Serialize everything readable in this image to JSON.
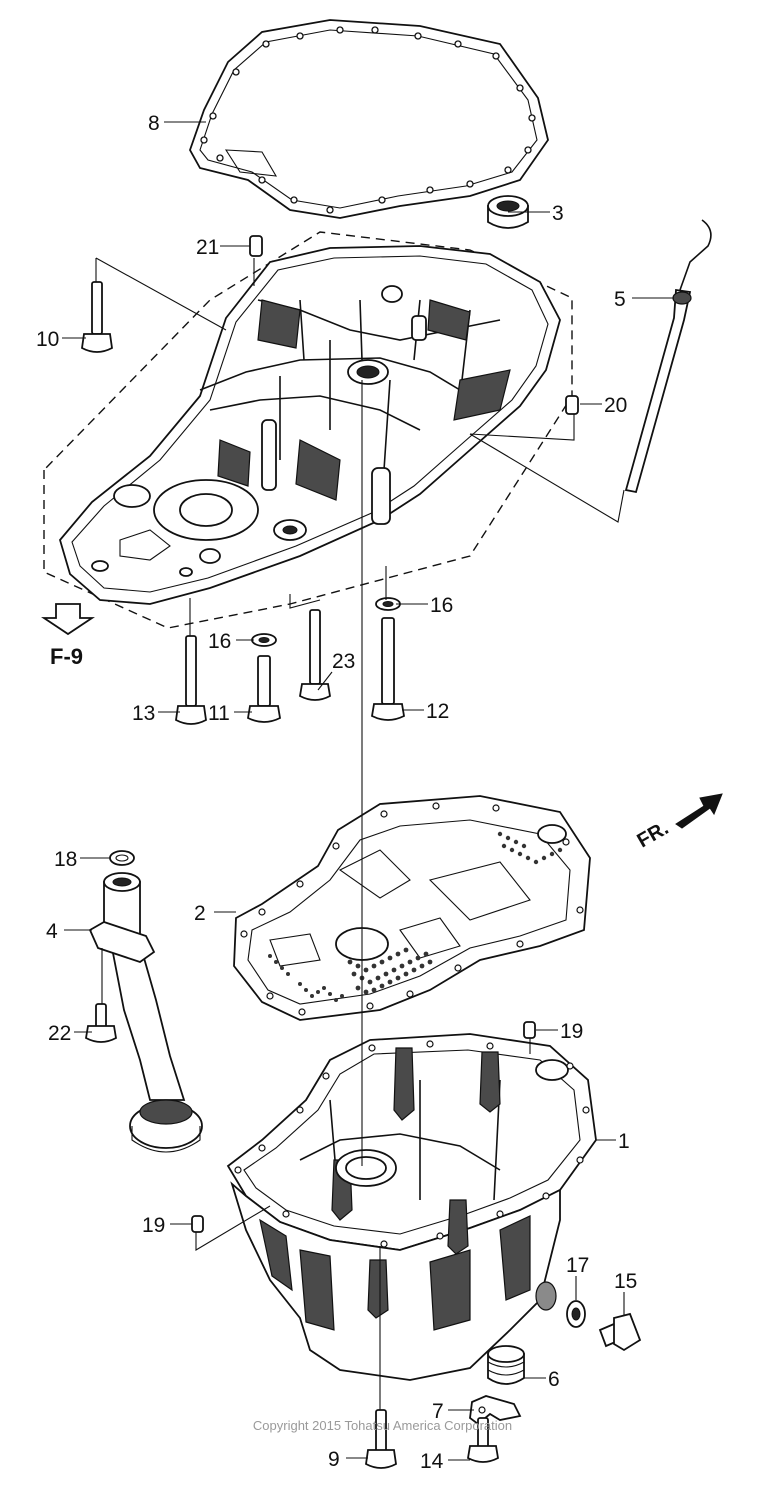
{
  "callouts": {
    "c1": "1",
    "c2": "2",
    "c3": "3",
    "c4": "4",
    "c5": "5",
    "c6": "6",
    "c7": "7",
    "c8": "8",
    "c9": "9",
    "c10": "10",
    "c11": "11",
    "c12": "12",
    "c13": "13",
    "c14": "14",
    "c15": "15",
    "c16a": "16",
    "c16b": "16",
    "c17": "17",
    "c18": "18",
    "c19a": "19",
    "c19b": "19",
    "c20": "20",
    "c21": "21",
    "c22": "22",
    "c23": "23"
  },
  "reference": "F-9",
  "direction": "FR.",
  "copyright": "Copyright 2015 Tohatsu America Corporation"
}
